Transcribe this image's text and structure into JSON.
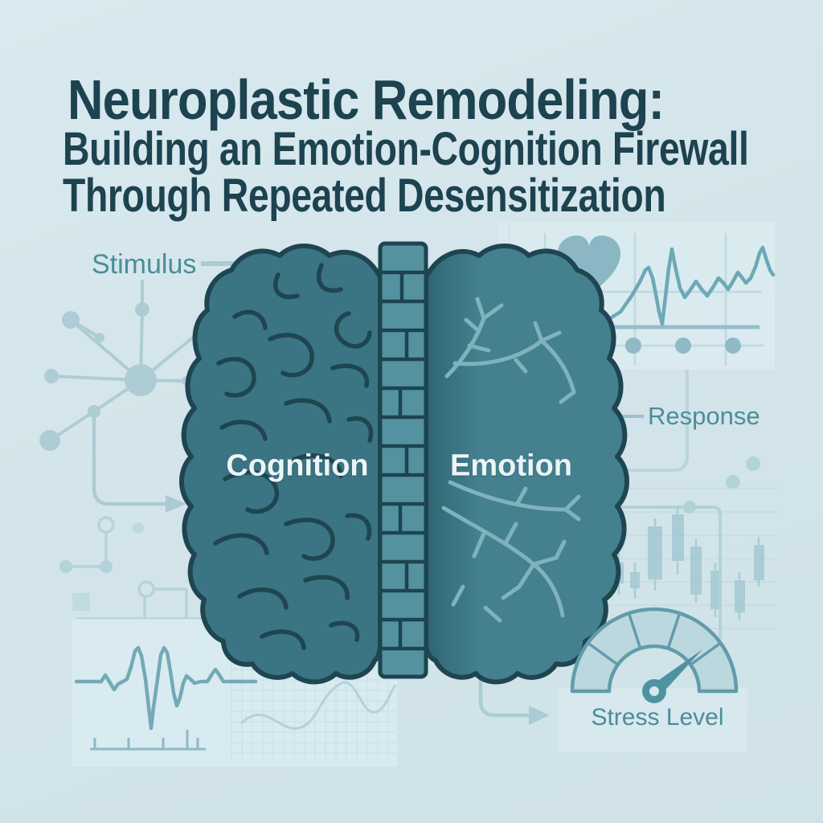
{
  "title": {
    "line1": "Neuroplastic Remodeling:",
    "line2": "Building an Emotion-Cognition Firewall",
    "line3": "Through Repeated Desensitization"
  },
  "brain": {
    "left_label": "Cognition",
    "right_label": "Emotion",
    "divider": "brick-firewall"
  },
  "labels": {
    "stimulus": "Stimulus",
    "response": "Response",
    "stress_level": "Stress Level"
  },
  "gauge": {
    "segments": 5,
    "needle_percent": 70
  },
  "colors": {
    "background": "#d4e6eb",
    "title_text": "#1d4250",
    "flow_label_text": "#4c8c9a",
    "brain_left_fill": "#3b7482",
    "brain_right_fill": "#44808e",
    "brain_outline": "#1e4551",
    "wall_brick": "#5492a0",
    "wall_mortar": "#1d4450",
    "brain_label_text": "#ebf4f6",
    "decor_light_teal": "#a9ccd5",
    "branch_light": "#7fb2bd"
  }
}
